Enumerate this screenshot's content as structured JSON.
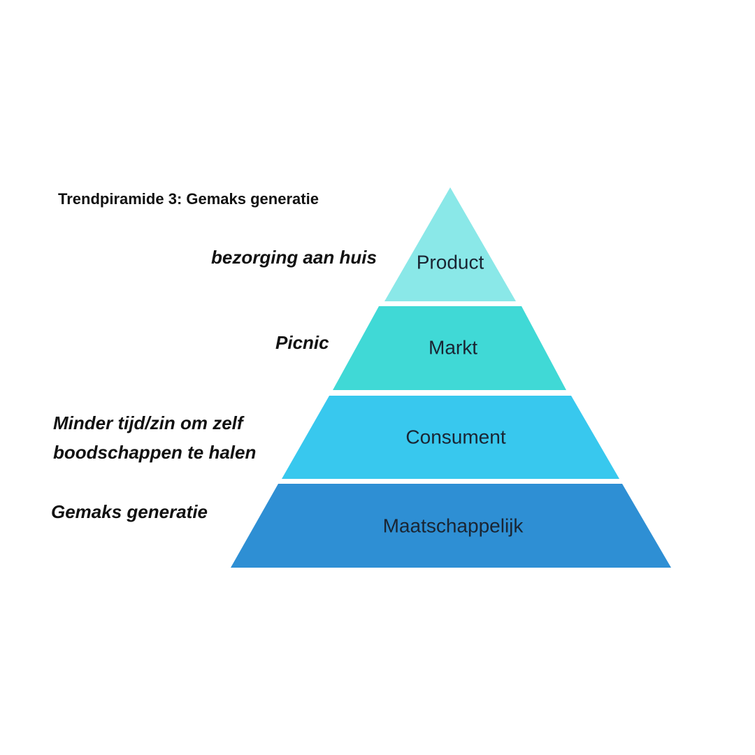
{
  "title": "Trendpiramide 3: Gemaks generatie",
  "layers": [
    {
      "label": "Product",
      "note": "bezorging aan huis",
      "color": "#8AE8E8"
    },
    {
      "label": "Markt",
      "note": "Picnic",
      "color": "#40D9D6"
    },
    {
      "label": "Consument",
      "note_line1": "Minder tijd/zin om zelf",
      "note_line2": "boodschappen te halen",
      "color": "#38C8EE"
    },
    {
      "label": "Maatschappelijk",
      "note": "Gemaks generatie",
      "color": "#2E8FD4"
    }
  ]
}
